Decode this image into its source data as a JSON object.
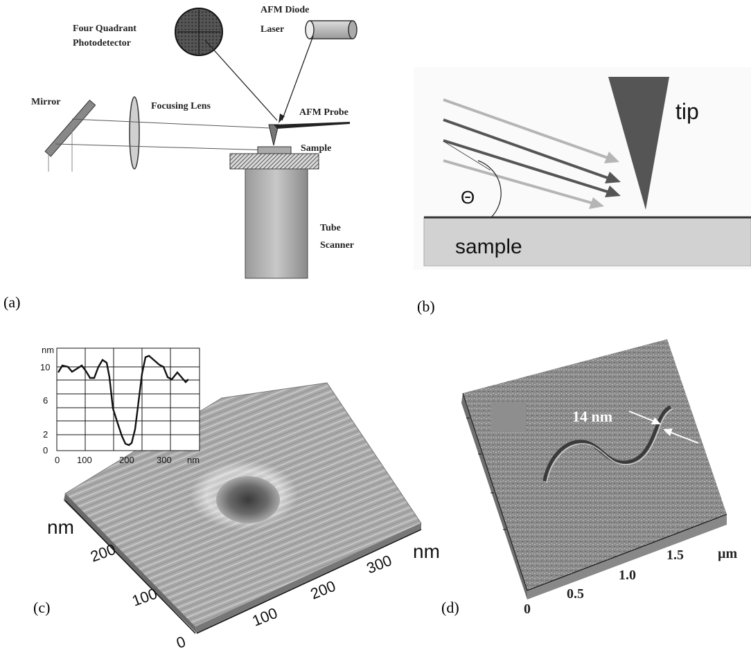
{
  "panel_a": {
    "label": "(a)",
    "photodetector": [
      "Four Quadrant",
      "Photodetector"
    ],
    "laser": [
      "AFM Diode",
      "Laser"
    ],
    "mirror": "Mirror",
    "lens": "Focusing Lens",
    "probe": "AFM Probe",
    "sample": "Sample",
    "scanner": [
      "Tube",
      "Scanner"
    ]
  },
  "panel_b": {
    "label": "(b)",
    "tip": "tip",
    "angle": "Θ",
    "sample": "sample"
  },
  "panel_c": {
    "label": "(c)",
    "inset": {
      "y_unit": "nm",
      "y_ticks": [
        "10",
        "6",
        "2",
        "0"
      ],
      "x_ticks": [
        "0",
        "100",
        "200",
        "300"
      ],
      "x_unit": "nm"
    },
    "axis_left_unit": "nm",
    "axis_left_ticks": [
      "200",
      "100",
      "0"
    ],
    "axis_right_unit": "nm",
    "axis_right_ticks": [
      "100",
      "200",
      "300"
    ]
  },
  "panel_d": {
    "label": "(d)",
    "annotation": "14 nm",
    "unit": "µm",
    "ticks": [
      "0",
      "0.5",
      "1.0",
      "1.5"
    ]
  },
  "colors": {
    "dark_gray": "#555555",
    "light_gray": "#b5b5b5",
    "sample_fill": "#d2d2d2",
    "surface_gray": "#a8a8a8"
  }
}
